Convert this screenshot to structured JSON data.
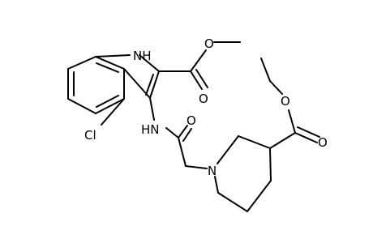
{
  "molecule": {
    "atom_labels": {
      "indole_nh": "NH",
      "chlorine": "Cl",
      "amide_nh": "HN",
      "amide_o": "O",
      "piperidine_n": "N",
      "methyl_ester_carbonyl_o": "O",
      "methyl_ester_o": "O",
      "ethyl_ester_carbonyl_o": "O",
      "ethyl_ester_o": "O"
    },
    "colors": {
      "bond": "#000000",
      "label": "#000000",
      "background": "#ffffff"
    }
  }
}
